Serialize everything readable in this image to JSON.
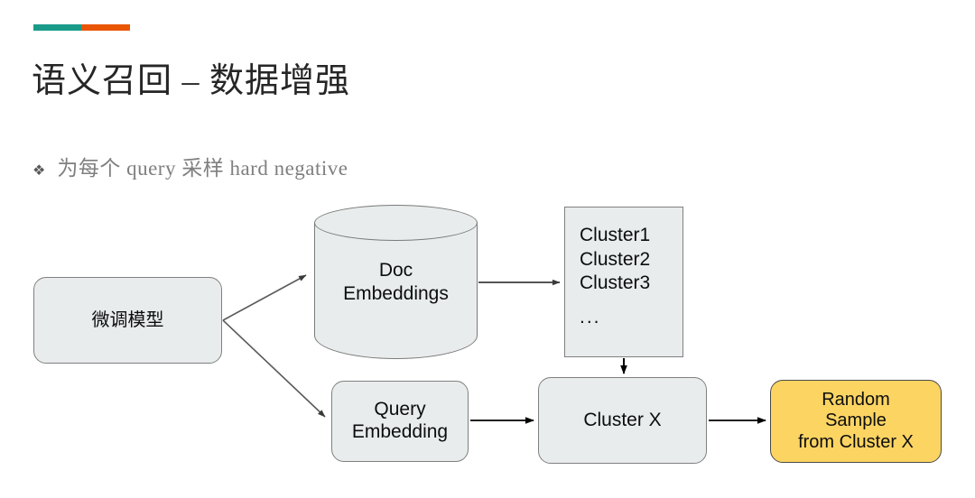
{
  "slide": {
    "title": "语义召回 – 数据增强",
    "accent_bar": {
      "left_color": "#1a9b8a",
      "right_color": "#ea5504"
    },
    "bullet": {
      "glyph": "❖",
      "text": "为每个 query 采样 hard negative"
    }
  },
  "diagram": {
    "nodes": {
      "finetune_model": {
        "label": "微调模型",
        "shape": "rounded-rect",
        "fill": "#e8ecec"
      },
      "doc_embeddings": {
        "line1": "Doc",
        "line2": "Embeddings",
        "shape": "cylinder",
        "fill": "#e8ecec"
      },
      "cluster_list": {
        "shape": "rect",
        "fill": "#e8ecec",
        "items": [
          "Cluster1",
          "Cluster2",
          "Cluster3"
        ],
        "ellipsis": "..."
      },
      "query_embedding": {
        "line1": "Query",
        "line2": "Embedding",
        "shape": "rounded-rect",
        "fill": "#e8ecec"
      },
      "cluster_x": {
        "label": "Cluster X",
        "shape": "rounded-rect",
        "fill": "#e8ecec"
      },
      "random_sample": {
        "line1": "Random",
        "line2": "Sample",
        "line3": "from Cluster X",
        "shape": "rounded-rect",
        "fill": "#fcd462"
      }
    },
    "edges": [
      {
        "from": "finetune_model",
        "to": "doc_embeddings"
      },
      {
        "from": "finetune_model",
        "to": "query_embedding"
      },
      {
        "from": "doc_embeddings",
        "to": "cluster_list"
      },
      {
        "from": "cluster_list",
        "to": "cluster_x"
      },
      {
        "from": "query_embedding",
        "to": "cluster_x"
      },
      {
        "from": "cluster_x",
        "to": "random_sample"
      }
    ]
  }
}
